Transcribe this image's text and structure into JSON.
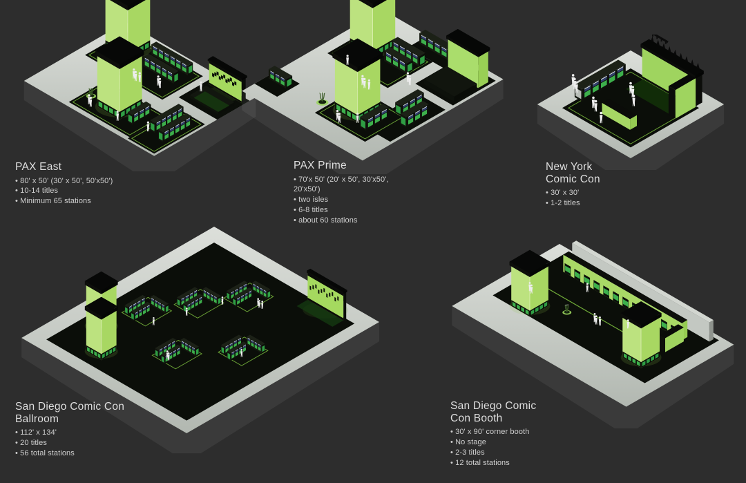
{
  "page": {
    "background": "#2d2d2d"
  },
  "colors": {
    "background": "#2d2d2d",
    "floor_light_top": "#dcdfda",
    "floor_light_bottom": "#b2b8b1",
    "floor_dark": "#0b0e09",
    "tower_green_light": "#bce27f",
    "tower_green_mid": "#a8d762",
    "wall_green": "#a5d95f",
    "accent_line_green": "#7aba3d",
    "screen_green": "#3db04c",
    "banner_blue": "#31406f",
    "structure_black": "#0a0c08",
    "people_white": "#ededed",
    "text": "#d9d9d9"
  },
  "sections": [
    {
      "id": "pax-east",
      "title": "PAX East",
      "bullets": [
        "80' x 50' (30' x 50', 50'x50')",
        "10-14 titles",
        "Minimum 65 stations"
      ]
    },
    {
      "id": "pax-prime",
      "title": "PAX Prime",
      "bullets": [
        "70'x 50' (20' x 50', 30'x50', 20'x50')",
        "two isles",
        "6-8 titles",
        "about 60 stations"
      ]
    },
    {
      "id": "new-york-comic-con",
      "title": "New York Comic Con",
      "bullets": [
        "30' x 30'",
        "1-2 titles"
      ]
    },
    {
      "id": "san-diego-comic-con-ballroom",
      "title": "San Diego Comic Con Ballroom",
      "bullets": [
        "112' x 134'",
        "20 titles",
        "56 total stations"
      ]
    },
    {
      "id": "san-diego-comic-con-booth",
      "title": "San Diego Comic Con Booth",
      "bullets": [
        "30' x 90' corner booth",
        "No stage",
        "2-3 titles",
        "12 total stations"
      ]
    }
  ]
}
